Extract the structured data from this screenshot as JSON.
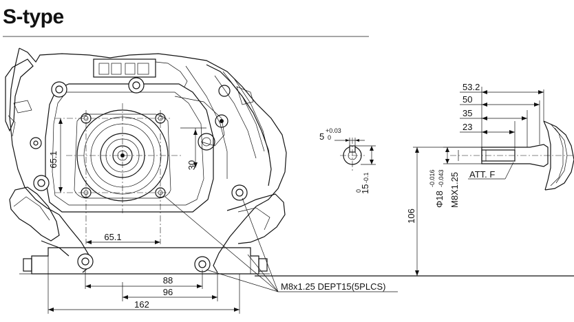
{
  "title": "S-type",
  "dimensions": {
    "d_53_2": "53.2",
    "d_50": "50",
    "d_35": "35",
    "d_23": "23",
    "d_65_1_v": "65.1",
    "d_65_1_h": "65.1",
    "d_30": "30",
    "d_88": "88",
    "d_96": "96",
    "d_162": "162",
    "d_106": "106",
    "key_width": "5",
    "key_width_tol_upper": "+0.03",
    "key_width_tol_lower": "0",
    "key_depth": "15",
    "key_depth_tol_upper": "0",
    "key_depth_tol_lower": "-0.1",
    "shaft_dia": "Φ18",
    "shaft_tol_upper": "-0.016",
    "shaft_tol_lower": "-0.043",
    "shaft_thread": "M8X1.25"
  },
  "callouts": {
    "att": "ATT. F",
    "mount_holes": "M8x1.25 DEPT15(5PLCS)"
  }
}
